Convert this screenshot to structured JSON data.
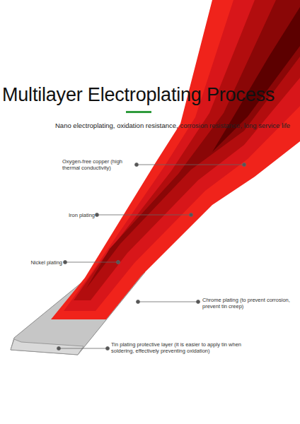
{
  "diagram": {
    "title": "Multilayer Electroplating Process",
    "labels": [
      "Nano electroplating, oxidation resistance, corrosion resistance, long service life",
      "Oxygen-free copper (high thermal conductivity)",
      "Iron plating",
      "Nickel plating",
      "Chrome plating (to prevent corrosion, prevent tin creep)",
      "Tin plating protective layer (it is easier to apply tin when soldering, effectively preventing oxidation)"
    ]
  }
}
